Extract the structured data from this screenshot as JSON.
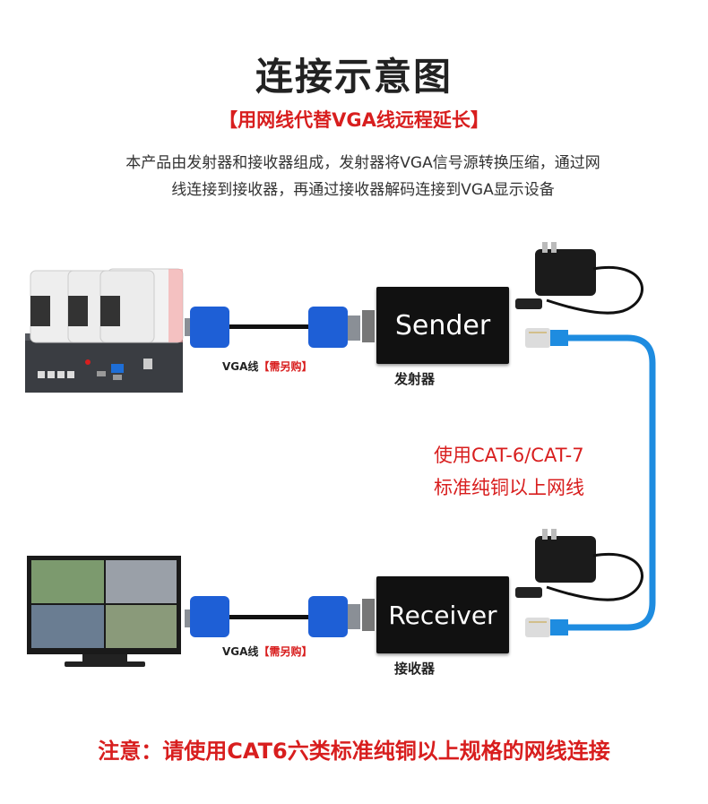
{
  "title": "连接示意图",
  "subtitle": "【用网线代替VGA线远程延长】",
  "description": {
    "line1": "本产品由发射器和接收器组成，发射器将VGA信号源转换压缩，通过网",
    "line2": "线连接到接收器，再通过接收器解码连接到VGA显示设备"
  },
  "sender": {
    "box_text": "Sender",
    "label": "发射器"
  },
  "receiver": {
    "box_text": "Receiver",
    "label": "接收器"
  },
  "vga_label": {
    "text": "VGA线",
    "note": "【需另购】"
  },
  "cable_note": {
    "line1": "使用CAT-6/CAT-7",
    "line2": "标准纯铜以上网线"
  },
  "warning": "注意：请使用CAT6六类标准纯铜以上规格的网线连接",
  "colors": {
    "accent_red": "#d81e1e",
    "cable_blue": "#1e8ce0",
    "box_black": "#111111"
  },
  "icons": [
    "cctv-camera-icon",
    "nvr-recorder-icon",
    "vga-connector-icon",
    "power-adapter-icon",
    "rj45-plug-icon",
    "monitor-icon"
  ]
}
